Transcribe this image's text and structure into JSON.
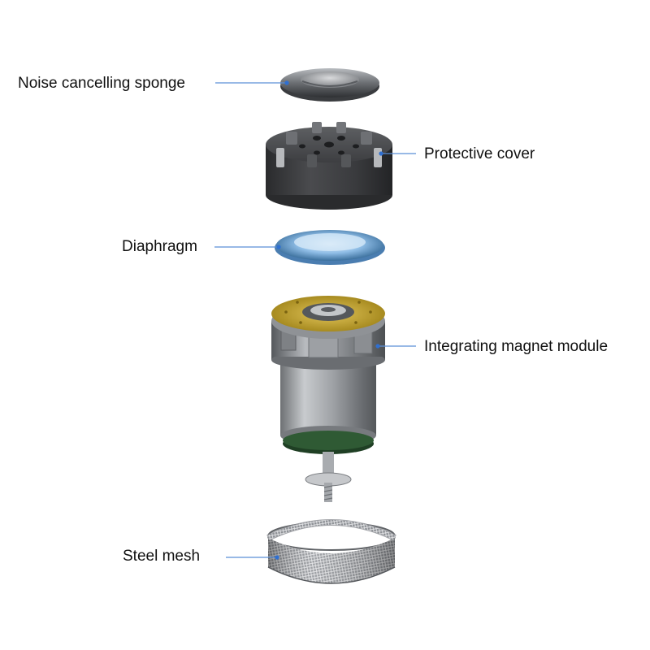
{
  "labels": {
    "sponge": "Noise cancelling sponge",
    "cover": "Protective cover",
    "diaphragm": "Diaphragm",
    "magnet": "Integrating magnet module",
    "mesh": "Steel mesh"
  },
  "colors": {
    "leader_line": "#5b8fd6",
    "leader_dot": "#2f6fd0",
    "diaphragm_blue": "#7fb2e0",
    "magnet_yellow": "#c9a822",
    "pcb_green": "#2f5a34",
    "cover_dark": "#3a3b3d"
  }
}
